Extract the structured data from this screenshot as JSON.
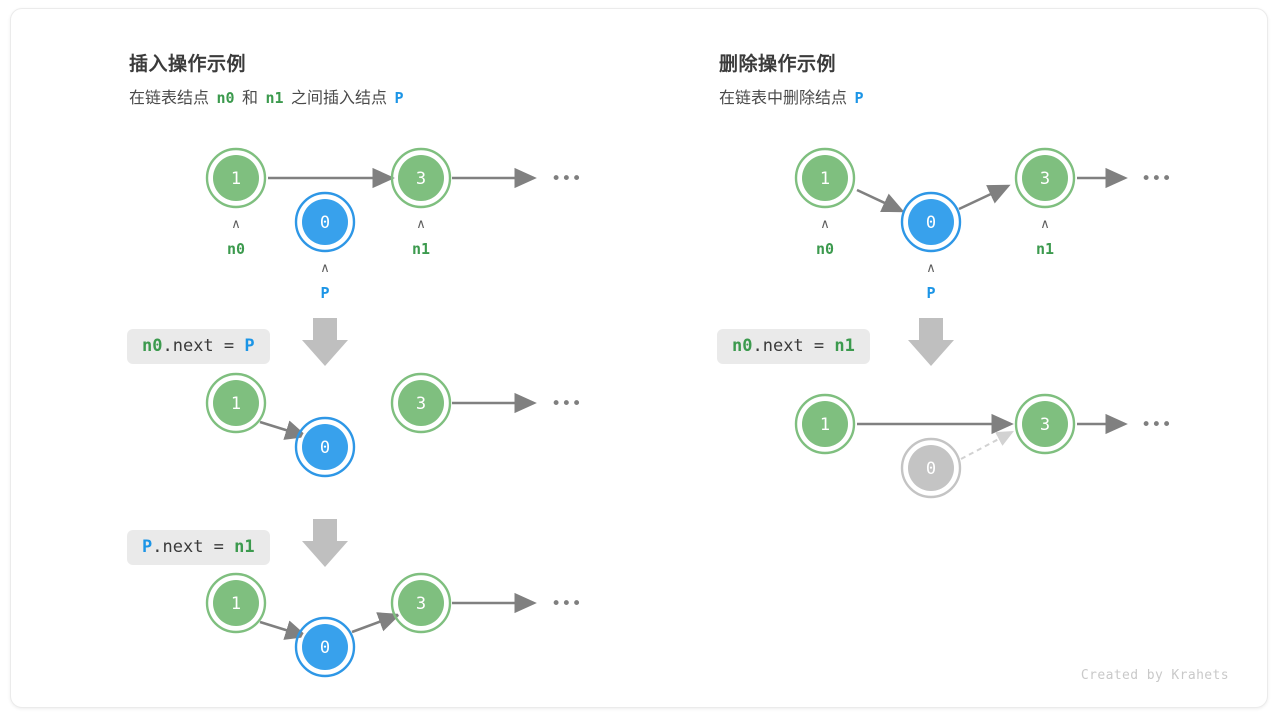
{
  "colors": {
    "green_node": "#7FBF7F",
    "green_ring": "#7FBF7F",
    "blue_node": "#38A1EC",
    "blue_ring": "#2E97E6",
    "gray_node": "#C4C4C4",
    "gray_ring": "#C4C4C4",
    "arrow": "#808080",
    "dashed_arrow": "#d2d2d2",
    "code_bg": "#eaeaea",
    "label_green": "#3c9a4e",
    "label_blue": "#1c95e6",
    "card_border": "#ebebeb"
  },
  "panels": [
    {
      "id": "insert",
      "title": "插入操作示例",
      "subtitle_parts": [
        {
          "text": "在链表结点",
          "style": "plain"
        },
        {
          "text": "n0",
          "style": "green-mono"
        },
        {
          "text": "和",
          "style": "plain"
        },
        {
          "text": "n1",
          "style": "green-mono"
        },
        {
          "text": "之间插入结点",
          "style": "plain"
        },
        {
          "text": "P",
          "style": "blue-mono"
        }
      ],
      "steps": [
        {
          "code_parts": [
            {
              "text": "n0",
              "style": "green"
            },
            {
              "text": ".next = ",
              "style": "plain"
            },
            {
              "text": "P",
              "style": "blue"
            }
          ]
        },
        {
          "code_parts": [
            {
              "text": "P",
              "style": "blue"
            },
            {
              "text": ".next = ",
              "style": "plain"
            },
            {
              "text": "n1",
              "style": "green"
            }
          ]
        }
      ],
      "rows": [
        {
          "nodes": [
            {
              "value": "1",
              "color": "green",
              "pointer": "n0",
              "pointer_color": "green"
            },
            {
              "value": "0",
              "color": "blue",
              "pointer": "P",
              "pointer_color": "blue"
            },
            {
              "value": "3",
              "color": "green",
              "pointer": "n1",
              "pointer_color": "green"
            }
          ],
          "trailing_ellipsis": "•••"
        },
        {
          "nodes": [
            {
              "value": "1",
              "color": "green"
            },
            {
              "value": "0",
              "color": "blue"
            },
            {
              "value": "3",
              "color": "green"
            }
          ],
          "trailing_ellipsis": "•••"
        },
        {
          "nodes": [
            {
              "value": "1",
              "color": "green"
            },
            {
              "value": "0",
              "color": "blue"
            },
            {
              "value": "3",
              "color": "green"
            }
          ],
          "trailing_ellipsis": "•••"
        }
      ]
    },
    {
      "id": "delete",
      "title": "删除操作示例",
      "subtitle_parts": [
        {
          "text": "在链表中删除结点",
          "style": "plain"
        },
        {
          "text": "P",
          "style": "blue-mono"
        }
      ],
      "steps": [
        {
          "code_parts": [
            {
              "text": "n0",
              "style": "green"
            },
            {
              "text": ".next = ",
              "style": "plain"
            },
            {
              "text": "n1",
              "style": "green"
            }
          ]
        }
      ],
      "rows": [
        {
          "nodes": [
            {
              "value": "1",
              "color": "green",
              "pointer": "n0",
              "pointer_color": "green"
            },
            {
              "value": "0",
              "color": "blue",
              "pointer": "P",
              "pointer_color": "blue"
            },
            {
              "value": "3",
              "color": "green",
              "pointer": "n1",
              "pointer_color": "green"
            }
          ],
          "trailing_ellipsis": "•••"
        },
        {
          "nodes": [
            {
              "value": "1",
              "color": "green"
            },
            {
              "value": "0",
              "color": "gray"
            },
            {
              "value": "3",
              "color": "green"
            }
          ],
          "trailing_ellipsis": "•••"
        }
      ]
    }
  ],
  "credit": "Created by Krahets"
}
